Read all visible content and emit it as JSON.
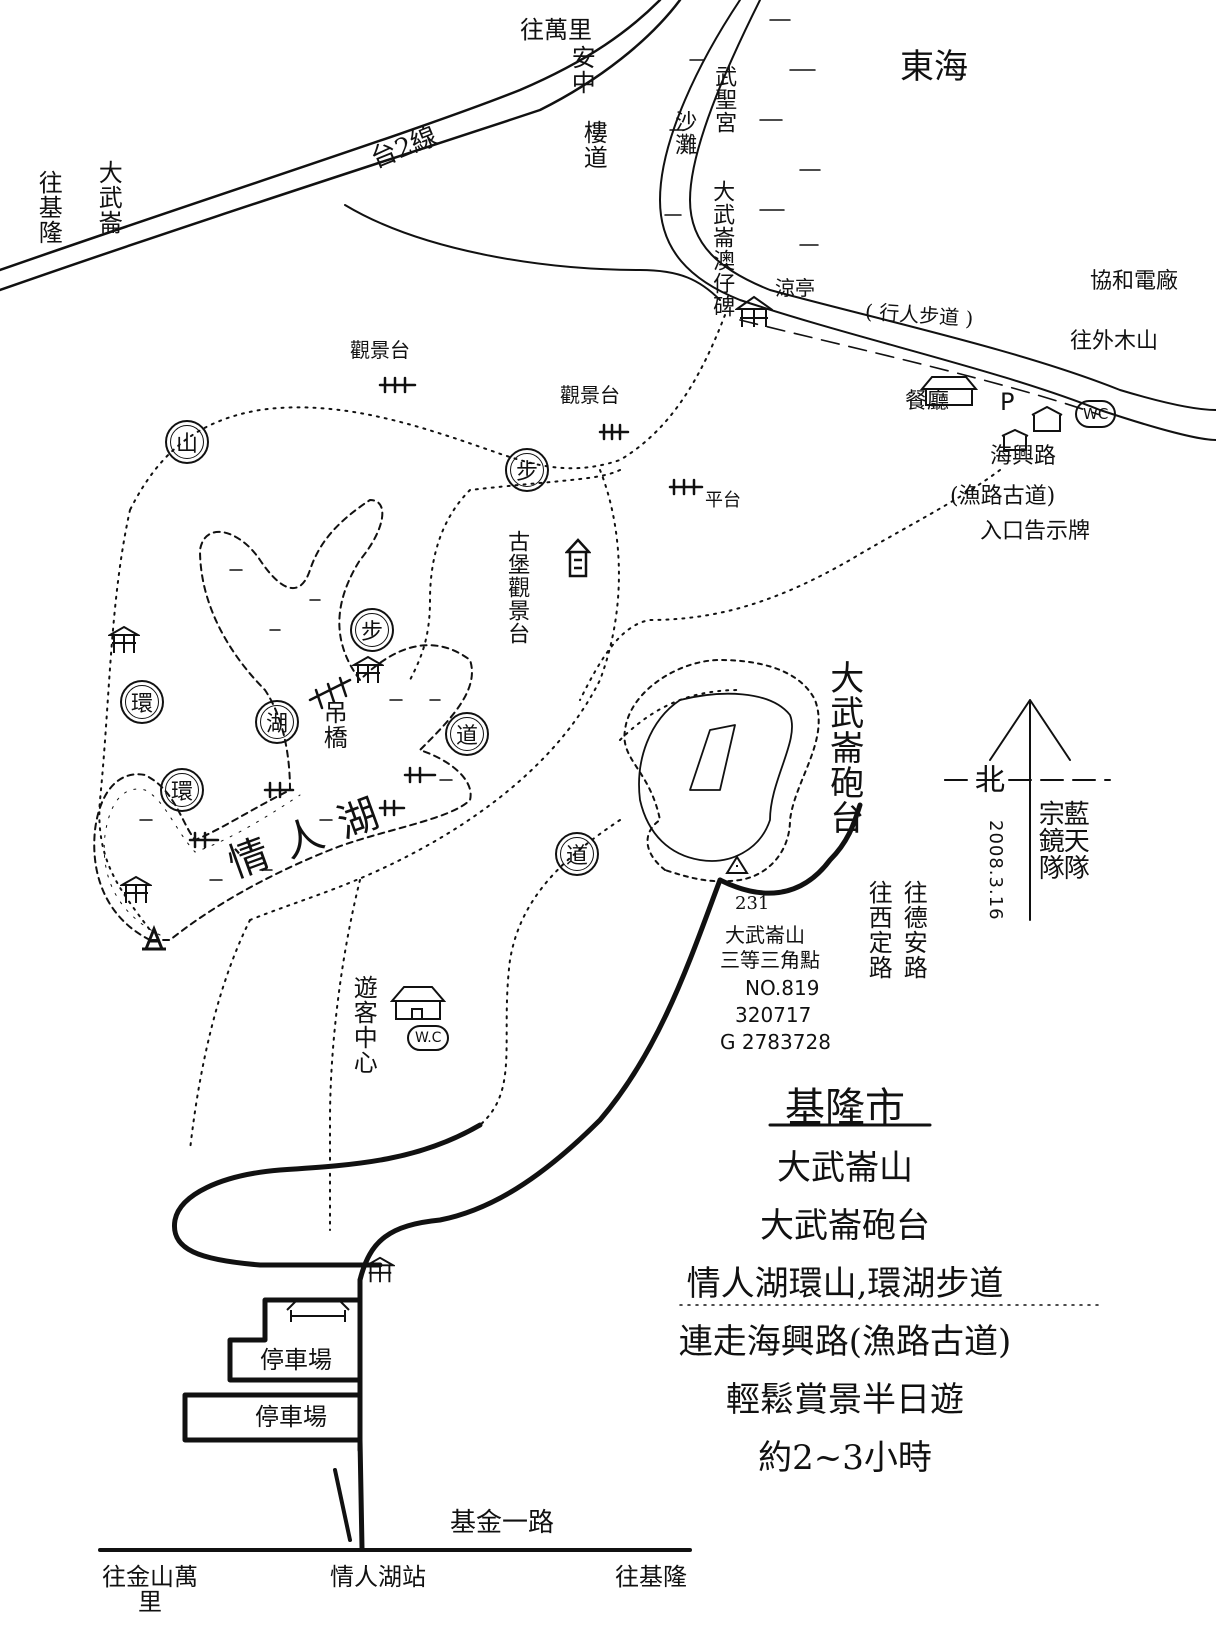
{
  "map": {
    "top": {
      "to_wanli": "往萬里",
      "to_keelung": "往基隆",
      "taiwan2": "台2線",
      "dawulun_left": "大武崙",
      "anzhong": "安中",
      "lou_dao": "樓道",
      "east_sea": "東海",
      "wusheng": "武聖宮",
      "beach": "沙灘",
      "aozi": "大武崙澳仔碑",
      "to_xieli": "往外木山",
      "xiehe": "協和電廠",
      "pavilion_liang": "涼亭",
      "walkway": "( 行人步道 )",
      "restaurant": "餐廳",
      "p_mark": "P",
      "wc_top": "WC",
      "hai_xing_lu": "海興路",
      "yu_lu": "(漁路古道)",
      "entrance_sign": "入口告示牌"
    },
    "trail": {
      "view1": "觀景台",
      "view2": "觀景台",
      "platform": "平台",
      "ancient": "古堡觀景台",
      "c_shan": "山",
      "c_bu1": "步",
      "c_huan1": "環",
      "c_bu2": "步",
      "c_hu": "湖",
      "c_dao1": "道",
      "c_huan2": "環",
      "c_dao2": "道"
    },
    "lake": {
      "name": "情人湖",
      "bridge": "吊橋"
    },
    "fort": {
      "name": "大武崙砲台",
      "bm_id": "231",
      "bm_title": "大武崙山",
      "bm_type": "三等三角點",
      "bm_no": "NO.819",
      "bm_x": "320717",
      "bm_y": "G 2783728",
      "to_xiding": "往西定路",
      "to_dean": "往德安路"
    },
    "lower": {
      "visitor": "遊客中心",
      "wc_low": "W.C",
      "parking1": "停車場",
      "parking2": "停車場",
      "jijin": "基金一路",
      "to_jinshan": "往金山萬里",
      "station": "情人湖站",
      "to_keelung_bottom": "往基隆"
    },
    "compass": {
      "north": "北",
      "date": "2008.3.16",
      "team": "藍天隊",
      "drawer": "宗鏡隊"
    },
    "summary": {
      "city": "基隆市",
      "line1": "大武崙山",
      "line2": "大武崙砲台",
      "line3": "情人湖環山,環湖步道",
      "line4": "連走海興路(漁路古道)",
      "line5": "輕鬆賞景半日遊",
      "line6": "約2~3小時"
    },
    "icons": [
      "pavilion-icon",
      "pavilion-icon",
      "pavilion-icon",
      "pavilion-icon",
      "pavilion-icon",
      "building-icon",
      "lighthouse-icon"
    ]
  }
}
